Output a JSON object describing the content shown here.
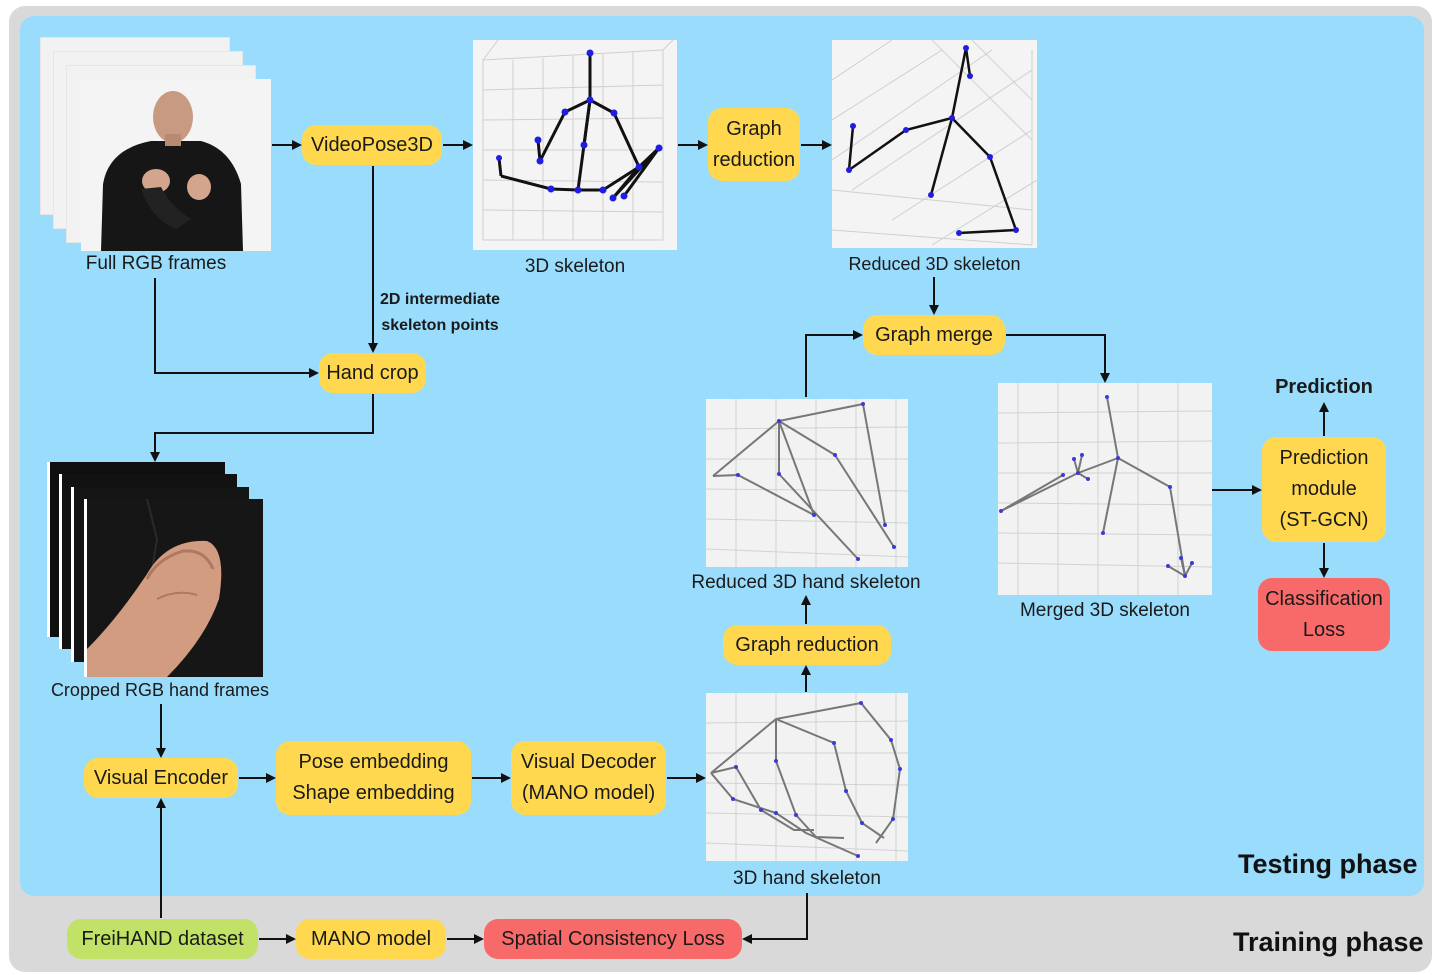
{
  "phases": {
    "testing": "Testing phase",
    "training": "Training phase"
  },
  "nodes": {
    "videopose": "VideoPose3D",
    "graph_reduction_top": "Graph\nreduction",
    "hand_crop": "Hand crop",
    "graph_merge": "Graph merge",
    "prediction_module": "Prediction\nmodule\n(ST-GCN)",
    "classification_loss": "Classification\nLoss",
    "graph_reduction_hand": "Graph reduction",
    "visual_encoder": "Visual Encoder",
    "embeddings": "Pose embedding\nShape embedding",
    "visual_decoder": "Visual Decoder\n(MANO model)",
    "freihand": "FreiHAND dataset",
    "mano_model": "MANO model",
    "spatial_loss": "Spatial Consistency Loss"
  },
  "labels": {
    "full_rgb": "Full RGB frames",
    "skeleton_3d": "3D skeleton",
    "reduced_skeleton": "Reduced 3D skeleton",
    "intermediate": "2D intermediate\nskeleton points",
    "prediction": "Prediction",
    "merged_skeleton": "Merged 3D skeleton",
    "reduced_hand": "Reduced 3D hand skeleton",
    "cropped_frames": "Cropped RGB hand frames",
    "hand_skeleton": "3D hand skeleton"
  },
  "colors": {
    "process": "#ffd84f",
    "loss": "#f86a69",
    "dataset": "#c2e267",
    "testing_bg": "#99dcfc",
    "training_bg": "#d9d9d9"
  }
}
